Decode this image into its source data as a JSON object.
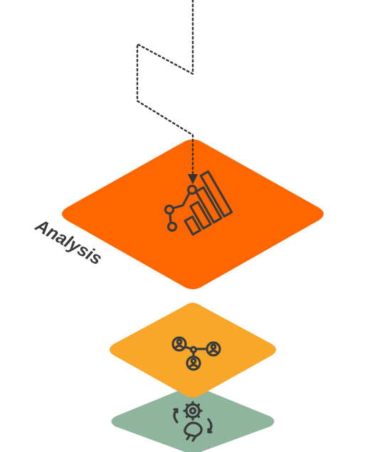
{
  "layers": [
    {
      "id": "analysis",
      "label": "Analysis",
      "color": "#ff6600",
      "icon": "analytics-chart-icon"
    },
    {
      "id": "middle",
      "label": "",
      "color": "#f9a72b",
      "icon": "network-people-icon"
    },
    {
      "id": "bottom",
      "label": "",
      "color": "#8fb59f",
      "icon": "idea-process-icon"
    }
  ],
  "connector": {
    "style": "dotted",
    "color": "#333333"
  }
}
